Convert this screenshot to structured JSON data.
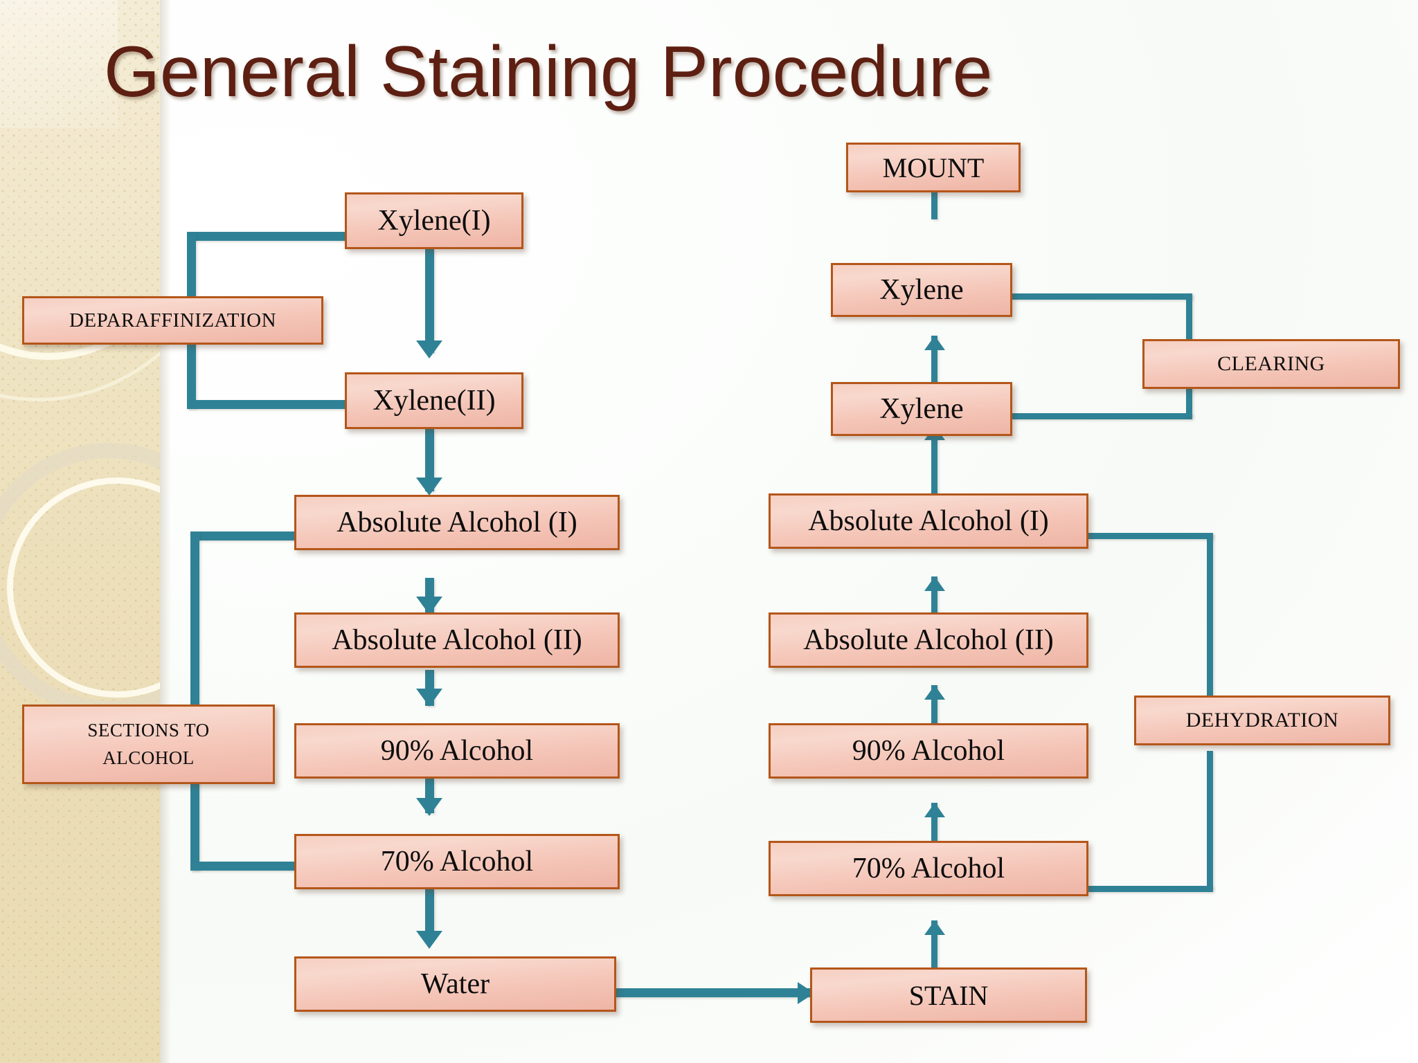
{
  "slide": {
    "title": "General Staining Procedure",
    "title_color": "#5d1f12",
    "accent_color": "#2f8296",
    "box_border_color": "#b4561a",
    "box_fill_color": "#f4c8ba",
    "sidebar_color": "#ecdfba"
  },
  "left_column": {
    "stage_labels": [
      {
        "name": "deparaffinization",
        "text": "DEPARAFFINIZATION"
      },
      {
        "name": "sections-to-alcohol",
        "line1": "SECTIONS TO",
        "line2": "ALCOHOL"
      }
    ],
    "steps": [
      {
        "id": "xylene-1",
        "text": "Xylene(I)"
      },
      {
        "id": "xylene-2",
        "text": "Xylene(II)"
      },
      {
        "id": "absolute-alcohol-1",
        "text": "Absolute Alcohol (I)"
      },
      {
        "id": "absolute-alcohol-2",
        "text": "Absolute Alcohol (II)"
      },
      {
        "id": "alcohol-90",
        "text": "90% Alcohol"
      },
      {
        "id": "alcohol-70",
        "text": "70% Alcohol"
      },
      {
        "id": "water",
        "text": "Water"
      }
    ]
  },
  "right_column": {
    "stage_labels": [
      {
        "name": "clearing",
        "text": "CLEARING"
      },
      {
        "name": "dehydration",
        "text": "DEHYDRATION"
      }
    ],
    "steps": [
      {
        "id": "mount",
        "text": "MOUNT"
      },
      {
        "id": "xylene-upper",
        "text": "Xylene"
      },
      {
        "id": "xylene-lower",
        "text": "Xylene"
      },
      {
        "id": "absolute-alcohol-1-r",
        "text": "Absolute Alcohol (I)"
      },
      {
        "id": "absolute-alcohol-2-r",
        "text": "Absolute Alcohol (II)"
      },
      {
        "id": "alcohol-90-r",
        "text": "90% Alcohol"
      },
      {
        "id": "alcohol-70-r",
        "text": "70% Alcohol"
      },
      {
        "id": "stain",
        "text": "STAIN"
      }
    ]
  },
  "text_parts": {
    "absolute_alcohol": "Absolute Alcohol ",
    "roman_1": "(I)",
    "roman_2": "(II)"
  }
}
